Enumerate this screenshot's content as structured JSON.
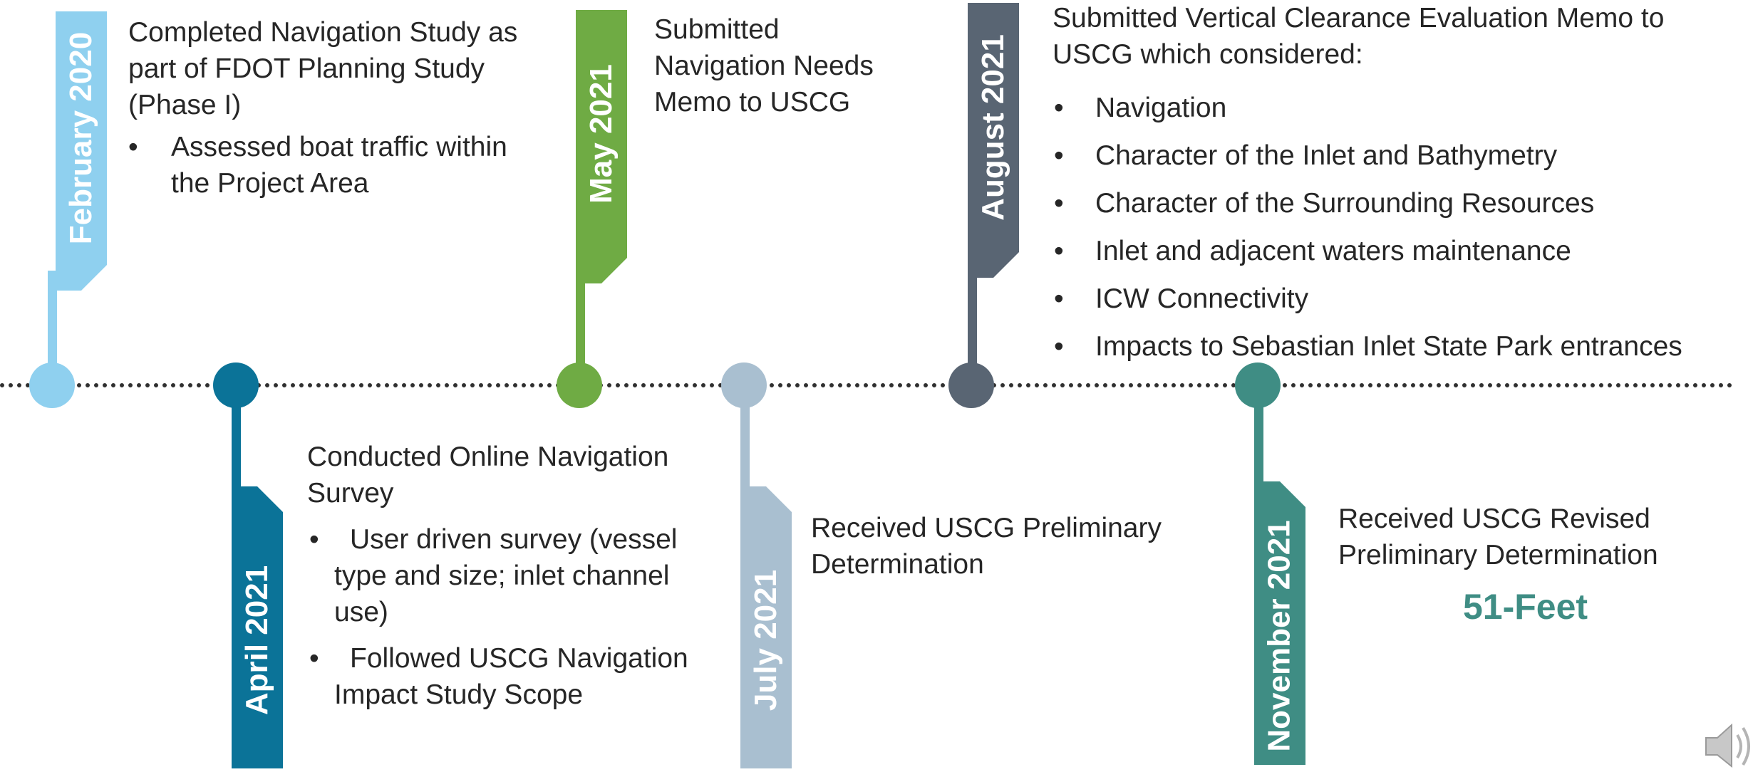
{
  "milestones": [
    {
      "id": "feb2020",
      "date": "February 2020",
      "color": "#8fd0ef",
      "heading": "Completed Navigation Study as part of FDOT Planning Study (Phase I)",
      "bullets": [
        "Assessed boat traffic within the Project Area"
      ]
    },
    {
      "id": "apr2021",
      "date": "April 2021",
      "color": "#0b7398",
      "heading": "Conducted Online Navigation Survey",
      "bullets": [
        "User driven survey (vessel type and size; inlet channel use)",
        "Followed USCG Navigation Impact Study Scope"
      ]
    },
    {
      "id": "may2021",
      "date": "May 2021",
      "color": "#6fab44",
      "heading": "Submitted Navigation Needs Memo to USCG",
      "bullets": []
    },
    {
      "id": "jul2021",
      "date": "July 2021",
      "color": "#a9bfd0",
      "heading": "Received USCG Preliminary Determination",
      "bullets": []
    },
    {
      "id": "aug2021",
      "date": "August 2021",
      "color": "#596573",
      "heading": "Submitted Vertical Clearance Evaluation Memo to USCG which considered:",
      "bullets": [
        "Navigation",
        "Character of the Inlet and Bathymetry",
        "Character of the Surrounding Resources",
        "Inlet and adjacent waters maintenance",
        "ICW Connectivity",
        "Impacts to Sebastian Inlet State Park entrances"
      ]
    },
    {
      "id": "nov2021",
      "date": "November 2021",
      "color": "#3f8d84",
      "heading": "Received USCG Revised Preliminary Determination",
      "highlight": "51-Feet",
      "bullets": []
    }
  ],
  "bullet_symbol": "•",
  "icons": {
    "speaker": "speaker-icon"
  }
}
